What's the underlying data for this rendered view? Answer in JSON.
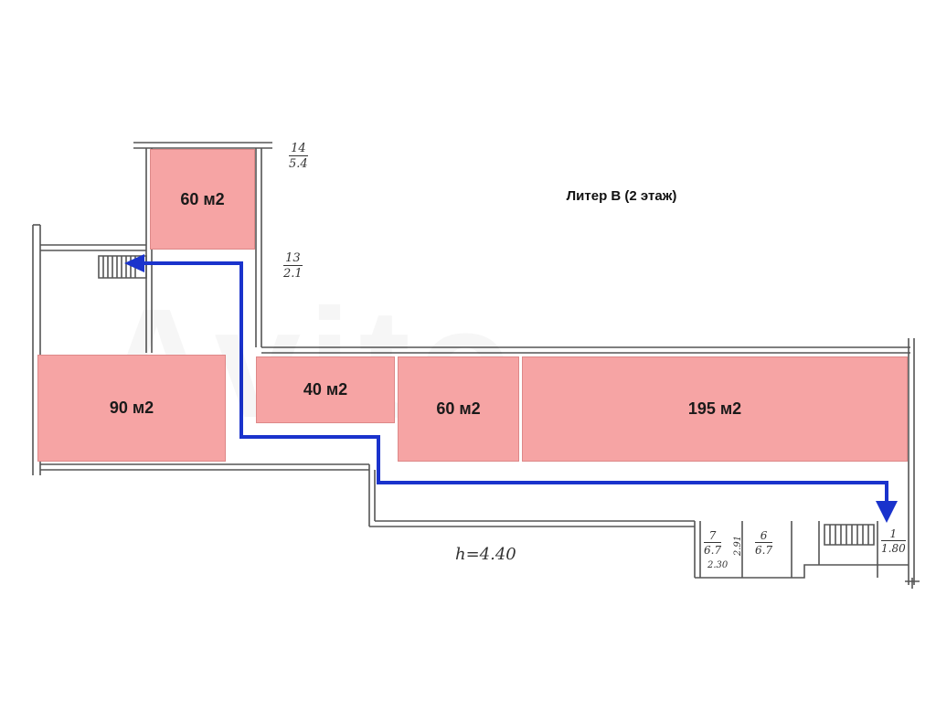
{
  "title": "Литер В (2 этаж)",
  "watermark": "Avito",
  "height_label": "h=4.40",
  "rooms": [
    {
      "id": "room-top-left",
      "area": "60 м2"
    },
    {
      "id": "room-left",
      "area": "90 м2"
    },
    {
      "id": "room-small",
      "area": "40 м2"
    },
    {
      "id": "room-middle",
      "area": "60 м2"
    },
    {
      "id": "room-large",
      "area": "195 м2"
    }
  ],
  "sketch_labels": {
    "r14": {
      "num": "14",
      "den": "5.4"
    },
    "r13": {
      "num": "13",
      "den": "2.1"
    },
    "r7": {
      "num": "7",
      "den": "6.7",
      "side": "2.91",
      "bottom": "2.30"
    },
    "r6": {
      "num": "6",
      "den": "6.7"
    },
    "r1": {
      "num": "1",
      "den": "1.80"
    }
  },
  "colors": {
    "room_fill": "#f6a4a4",
    "route": "#1a33cc",
    "walls": "#555555"
  }
}
